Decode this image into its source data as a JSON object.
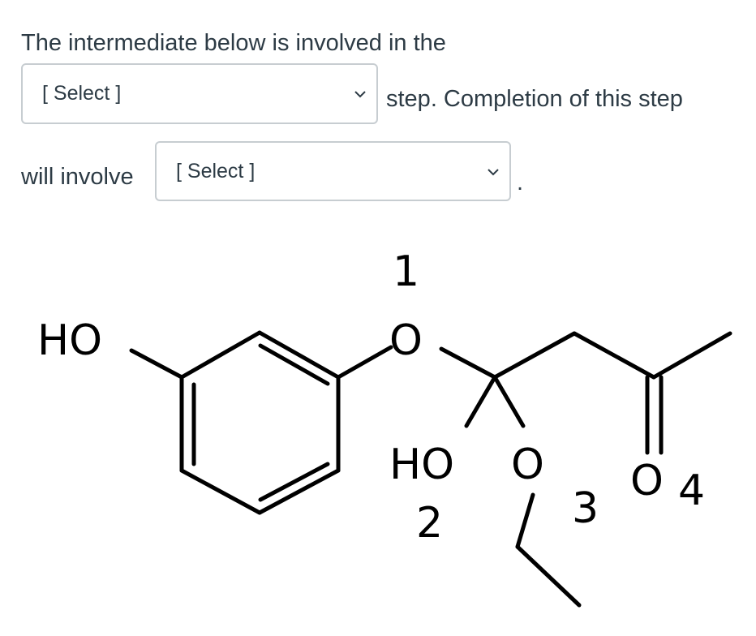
{
  "question": {
    "text_line1": "The intermediate below is involved in the",
    "text_after_select1": "step. Completion of this step",
    "text_before_select2": "will involve",
    "text_end": "."
  },
  "select1": {
    "selected": "[ Select ]",
    "icon": "chevron-down-icon"
  },
  "select2": {
    "selected": "[ Select ]",
    "icon": "chevron-down-icon"
  },
  "molecule": {
    "atom_labels": {
      "ho_phenol": "HO",
      "o1": "O",
      "ho2": "HO",
      "o3": "O",
      "o4": "O"
    },
    "numbers": {
      "n1": "1",
      "n2": "2",
      "n3": "3",
      "n4": "4"
    }
  }
}
